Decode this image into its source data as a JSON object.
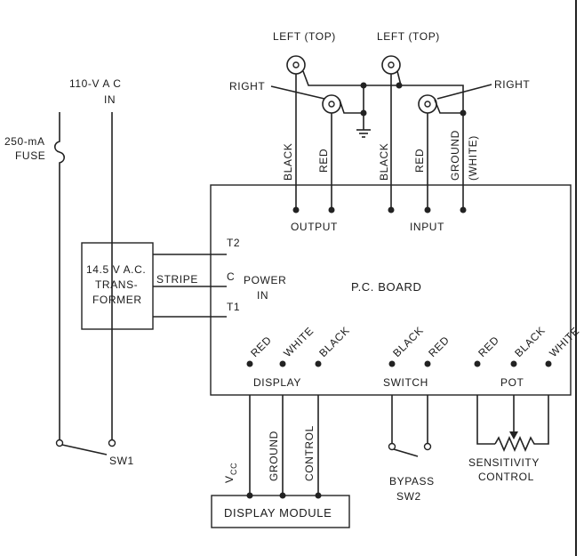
{
  "diagram": {
    "jacks": {
      "left_top_1": "LEFT (TOP)",
      "left_top_2": "LEFT (TOP)",
      "right_1": "RIGHT",
      "right_2": "RIGHT"
    },
    "ac_in": {
      "line1": "110-V A C",
      "line2": "IN"
    },
    "fuse": {
      "line1": "250-mA",
      "line2": "FUSE"
    },
    "transformer": {
      "line1": "14.5 V A.C.",
      "line2": "TRANS-",
      "line3": "FORMER"
    },
    "stripe": "STRIPE",
    "terminals": {
      "t2": "T2",
      "c": "C",
      "t1": "T1"
    },
    "power_in": {
      "line1": "POWER",
      "line2": "IN"
    },
    "board_label": "P.C. BOARD",
    "wires": {
      "output_black": "BLACK",
      "output_red": "RED",
      "input_black": "BLACK",
      "input_red": "RED",
      "input_ground_1": "GROUND",
      "input_ground_2": "(WHITE)"
    },
    "groups": {
      "output": "OUTPUT",
      "input": "INPUT",
      "display": "DISPLAY",
      "switch": "SWITCH",
      "pot": "POT"
    },
    "display_wires": {
      "red": "RED",
      "white": "WHITE",
      "black": "BLACK"
    },
    "switch_wires": {
      "black": "BLACK",
      "red": "RED"
    },
    "pot_wires": {
      "red": "RED",
      "black": "BLACK",
      "white": "WHITE"
    },
    "module_wires": {
      "vcc": "V",
      "vcc_sub": "CC",
      "ground": "GROUND",
      "control": "CONTROL"
    },
    "display_module": "DISPLAY MODULE",
    "sw1": "SW1",
    "bypass": {
      "line1": "BYPASS",
      "line2": "SW2"
    },
    "sensitivity": {
      "line1": "SENSITIVITY",
      "line2": "CONTROL"
    }
  }
}
